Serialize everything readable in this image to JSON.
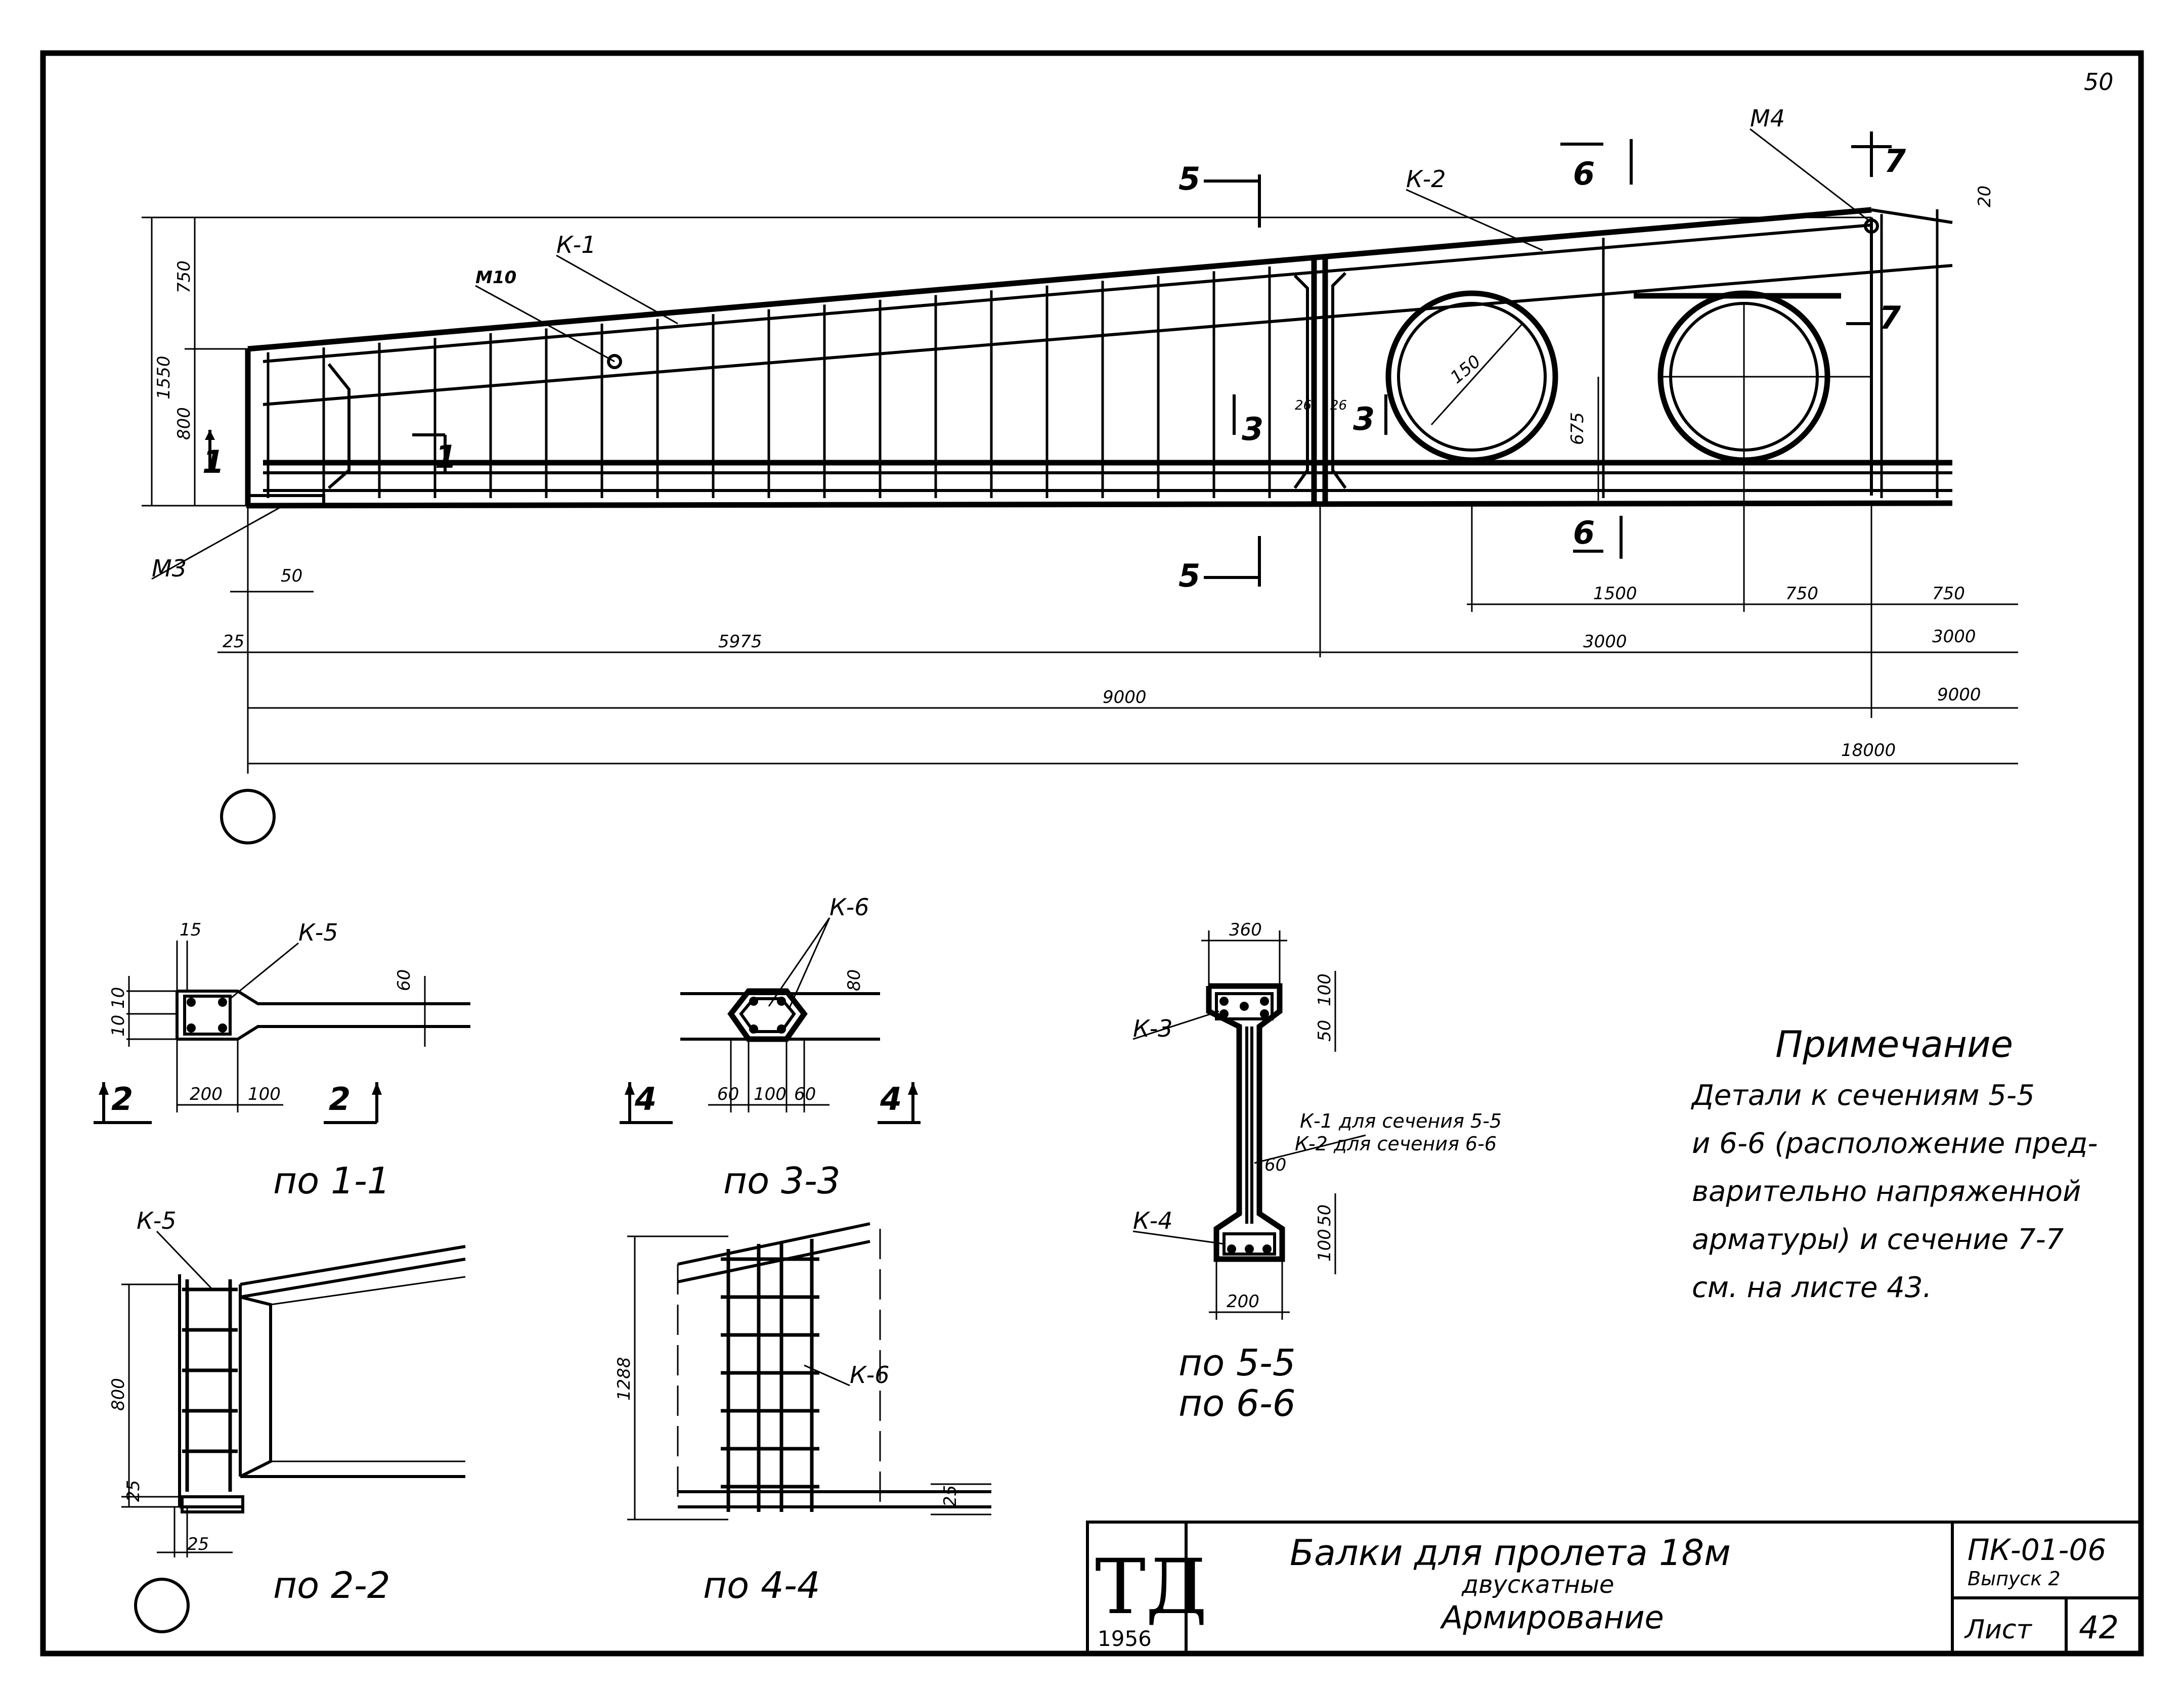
{
  "sheet": {
    "page_number": "50",
    "stamp": {
      "logo": "ТД",
      "year": "1956"
    },
    "title": {
      "line1": "Балки для пролета 18м",
      "line2": "двускатные",
      "line3": "Армирование"
    },
    "code": "ПК-01-06",
    "issue": "Выпуск 2",
    "sheet_label": "Лист",
    "sheet_number": "42"
  },
  "elevation": {
    "labels": {
      "k1": "К-1",
      "k2": "К-2",
      "m10": "М10",
      "m4": "М4",
      "m3": "М3"
    },
    "section_marks": {
      "s1": "1",
      "s3": "3",
      "s5": "5",
      "s6": "6",
      "s7": "7"
    },
    "dims": {
      "d750": "750",
      "d1550": "1550",
      "d800": "800",
      "d20": "20",
      "d150": "150",
      "d675": "675",
      "d50": "50",
      "d25": "25",
      "d26a": "26",
      "d26b": "26",
      "d1500": "1500",
      "d750b": "750",
      "d750c": "750",
      "d5975": "5975",
      "d3000a": "3000",
      "d3000b": "3000",
      "d9000a": "9000",
      "d9000b": "9000",
      "d18000": "18000"
    }
  },
  "sec11": {
    "caption": "по 1-1",
    "k5": "К-5",
    "mark": "2",
    "dims": {
      "d15": "15",
      "d10a": "10",
      "d10b": "10",
      "d60": "60",
      "d200": "200",
      "d100": "100"
    }
  },
  "sec33": {
    "caption": "по 3-3",
    "k6": "К-6",
    "mark": "4",
    "dims": {
      "d80": "80",
      "d60a": "60",
      "d100": "100",
      "d60b": "60"
    }
  },
  "sec55": {
    "caption1": "по 5-5",
    "caption2": "по 6-6",
    "k3": "К-3",
    "k4": "К-4",
    "k1note": "К-1 для сечения 5-5",
    "k2note": "К-2 для сечения 6-6",
    "dims": {
      "d360": "360",
      "d100a": "100",
      "d50a": "50",
      "d60": "60",
      "d50b": "50",
      "d100b": "100",
      "d200": "200"
    }
  },
  "sec22": {
    "caption": "по 2-2",
    "k5": "К-5",
    "dims": {
      "d800": "800",
      "d25a": "25",
      "d25b": "25"
    }
  },
  "sec44": {
    "caption": "по 4-4",
    "k6": "К-6",
    "dims": {
      "d1288": "1288",
      "d25": "25"
    }
  },
  "notes": {
    "heading": "Примечание",
    "lines": [
      "Детали к сечениям 5-5",
      "и 6-6 (расположение пред-",
      "варительно напряженной",
      "арматуры) и сечение 7-7",
      "см. на листе 43."
    ]
  }
}
